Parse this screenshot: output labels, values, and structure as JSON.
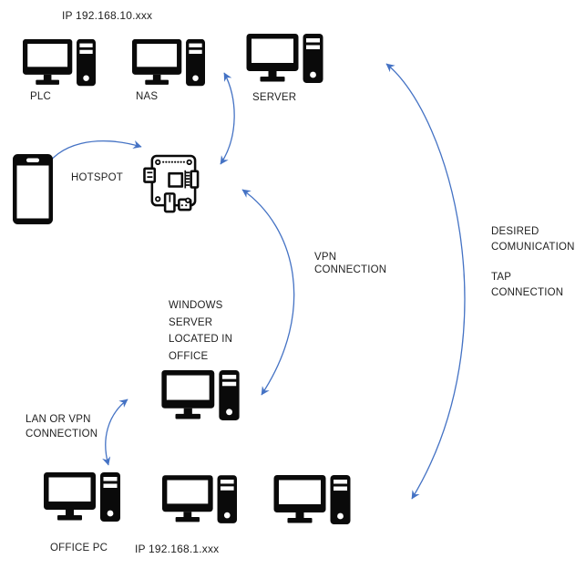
{
  "colors": {
    "arrow": "#4472c4",
    "device": "#0a0a0a",
    "text": "#1f1f1f",
    "background": "#ffffff"
  },
  "annotations": {
    "subnet_top_ip": "IP 192.168.10.xxx",
    "subnet_bottom_ip": "IP 192.168.1.xxx",
    "vpn_label": {
      "line1": "VPN",
      "line2": "CONNECTION"
    },
    "desired_label": {
      "line1": "DESIRED",
      "line2": "COMUNICATION"
    },
    "tap_label": {
      "line1": "TAP",
      "line2": "CONNECTION"
    },
    "lan_label": {
      "line1": "LAN OR VPN",
      "line2": "CONNECTION"
    }
  },
  "nodes": {
    "plc": {
      "label": "PLC",
      "type": "desktop-pc"
    },
    "nas": {
      "label": "NAS",
      "type": "desktop-pc"
    },
    "server": {
      "label": "SERVER",
      "type": "desktop-pc"
    },
    "hotspot": {
      "label": "HOTSPOT",
      "type": "smartphone"
    },
    "raspberry_pi": {
      "type": "raspberry-pi-board"
    },
    "windows_server": {
      "line1": "WINDOWS",
      "line2": "SERVER",
      "line3": "LOCATED IN",
      "line4": "OFFICE",
      "type": "desktop-pc"
    },
    "office_pc": {
      "label": "OFFICE PC",
      "type": "desktop-pc"
    },
    "office_pc_2": {
      "type": "desktop-pc"
    },
    "office_pc_3": {
      "type": "desktop-pc"
    }
  },
  "connections": [
    {
      "id": "hotspot-raspberry-pi",
      "bidirectional": true,
      "label": ""
    },
    {
      "id": "nas-raspberry-pi",
      "bidirectional": true,
      "label": ""
    },
    {
      "id": "raspberry-pi-windows-server",
      "bidirectional": true,
      "label": "VPN CONNECTION"
    },
    {
      "id": "windows-server-office-pc",
      "bidirectional": true,
      "label": "LAN OR VPN CONNECTION"
    },
    {
      "id": "server-network-office-network",
      "bidirectional": true,
      "label": "DESIRED COMUNICATION TAP CONNECTION"
    }
  ]
}
